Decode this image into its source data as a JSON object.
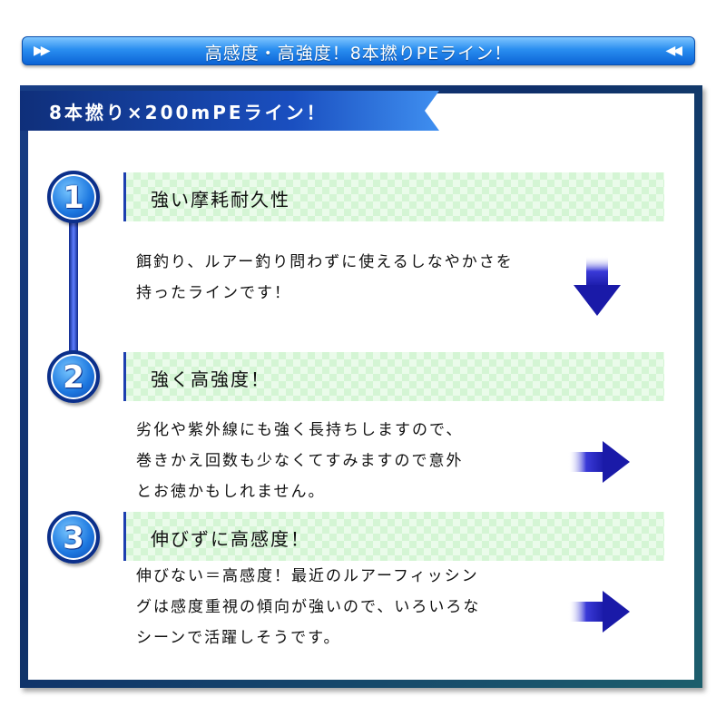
{
  "banner": {
    "title": "高感度・高強度！8本撚りPEライン！"
  },
  "subtitle": "8本撚り×200mPEライン！",
  "sections": [
    {
      "number": "1",
      "heading": "強い摩耗耐久性",
      "lines": [
        "餌釣り、ルアー釣り問わずに使えるしなやかさを",
        "持ったラインです！"
      ],
      "arrow": "down-arrow-icon"
    },
    {
      "number": "2",
      "heading": "強く高強度！",
      "lines": [
        "劣化や紫外線にも強く長持ちしますので、",
        "巻きかえ回数も少なくてすみますので意外",
        "とお徳かもしれません。"
      ],
      "arrow": "right-arrow-icon"
    },
    {
      "number": "3",
      "heading": "伸びずに高感度！",
      "lines": [
        "伸びない＝高感度！最近のルアーフィッシン",
        "グは感度重視の傾向が強いので、いろいろな",
        "シーンで活躍しそうです。"
      ],
      "arrow": "right-arrow-icon"
    }
  ],
  "colors": {
    "accent": "#1d78e0",
    "frame": "#0f2f6a",
    "check": "#d4f5d4"
  }
}
